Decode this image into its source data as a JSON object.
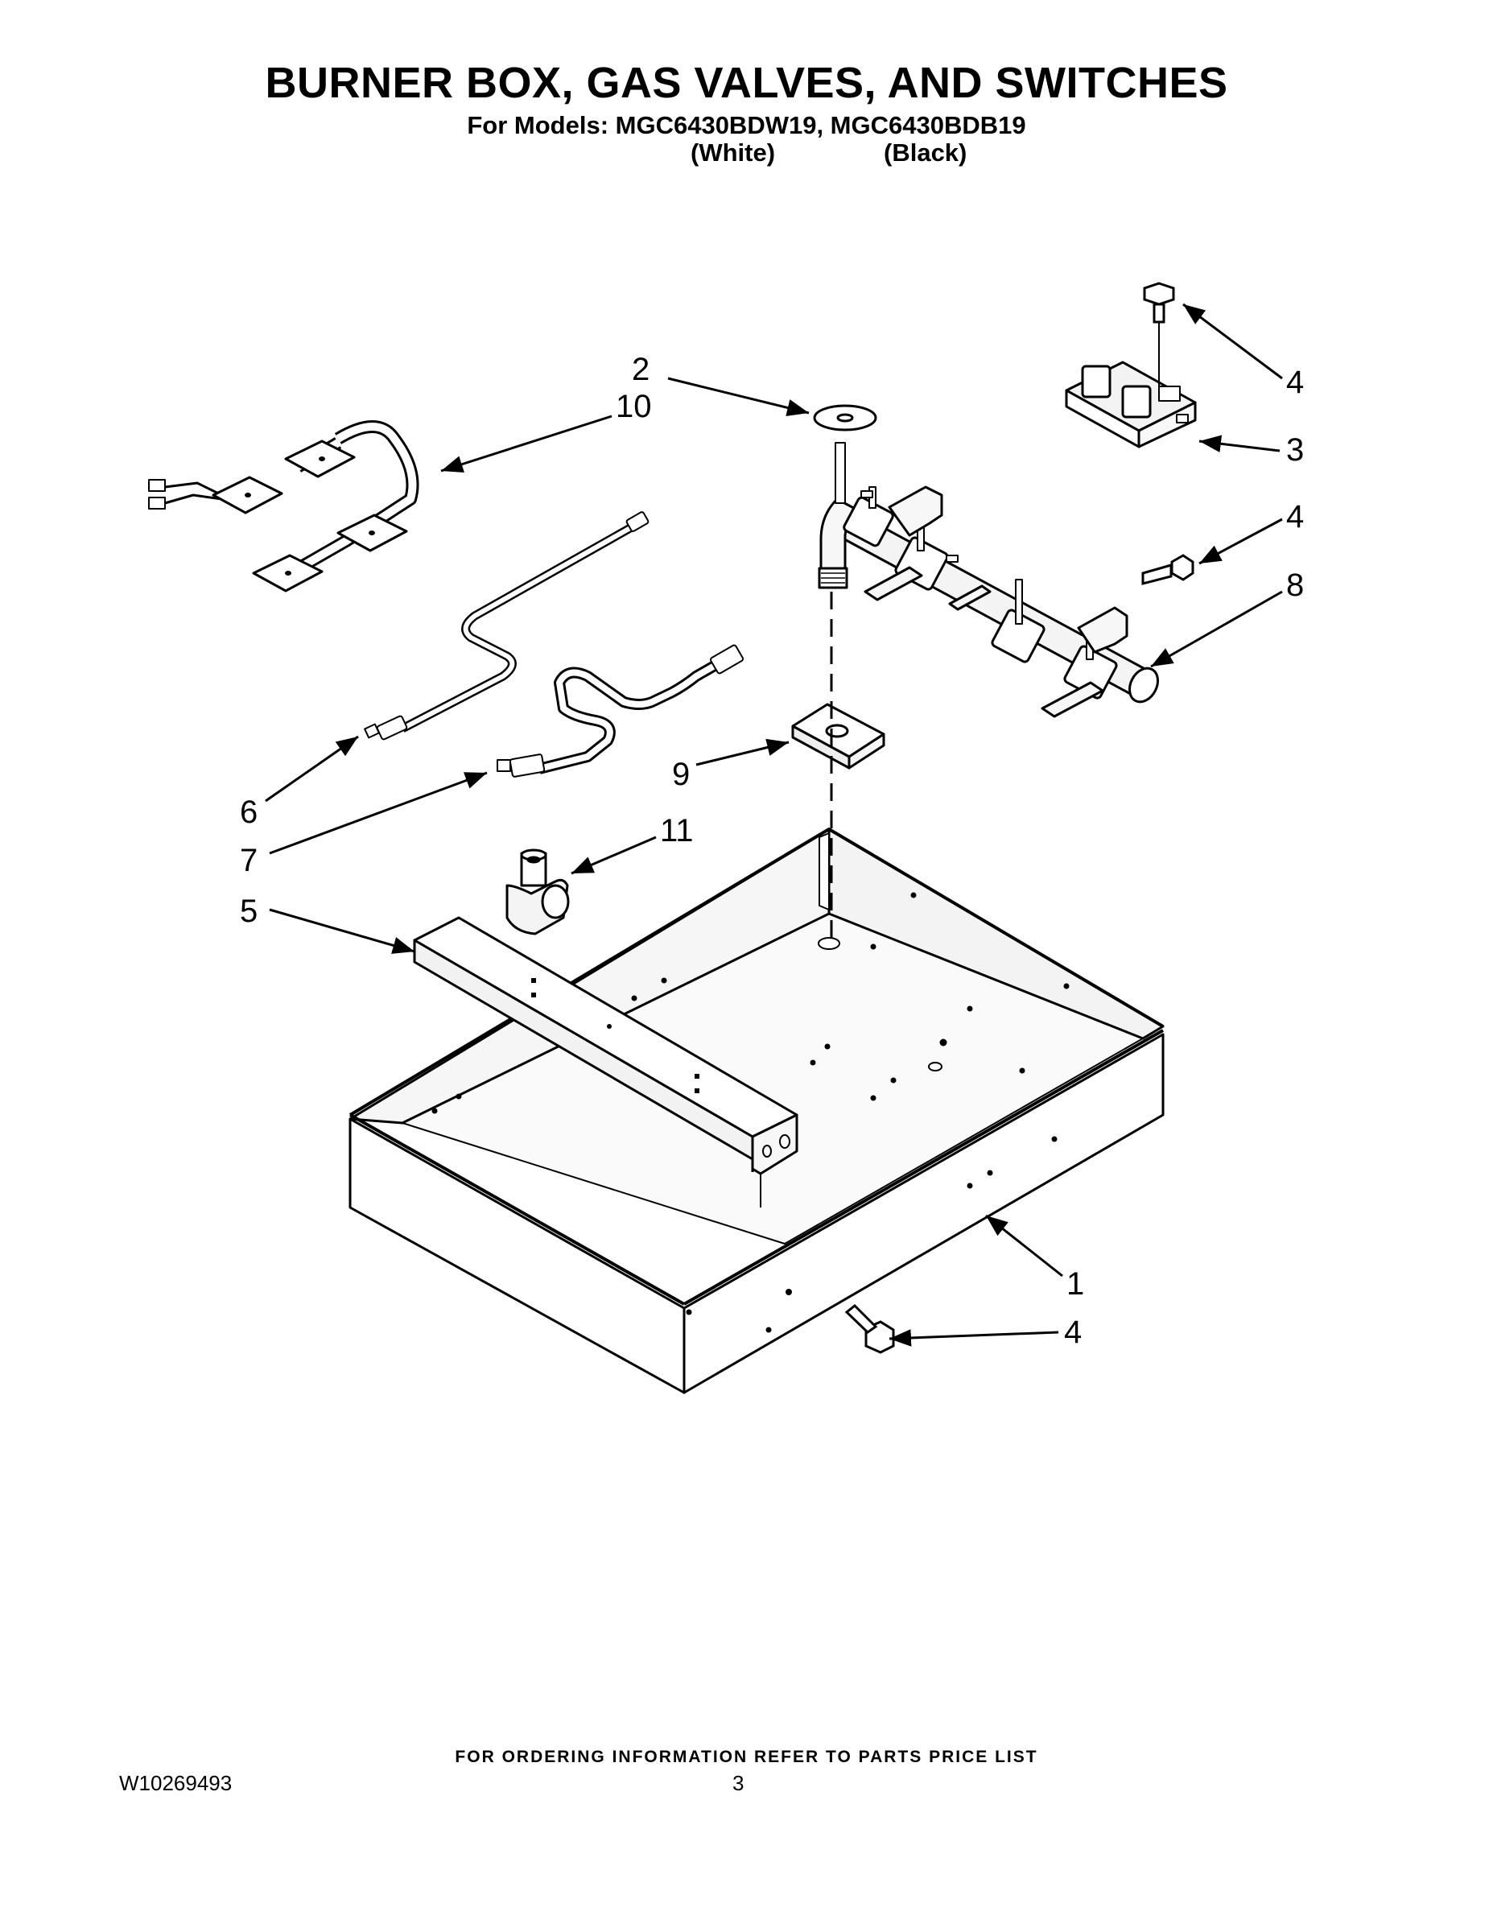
{
  "header": {
    "title": "BURNER BOX, GAS VALVES, AND SWITCHES",
    "models": "For Models: MGC6430BDW19, MGC6430BDB19",
    "color_white": "(White)",
    "color_black": "(Black)"
  },
  "callouts": {
    "c1": "1",
    "c2": "2",
    "c3": "3",
    "c4a": "4",
    "c4b": "4",
    "c4c": "4",
    "c5": "5",
    "c6": "6",
    "c7": "7",
    "c8": "8",
    "c9": "9",
    "c10": "10",
    "c11": "11"
  },
  "footer": {
    "ordering": "FOR ORDERING INFORMATION REFER TO PARTS PRICE LIST",
    "doc_number": "W10269493",
    "page_number": "3"
  }
}
